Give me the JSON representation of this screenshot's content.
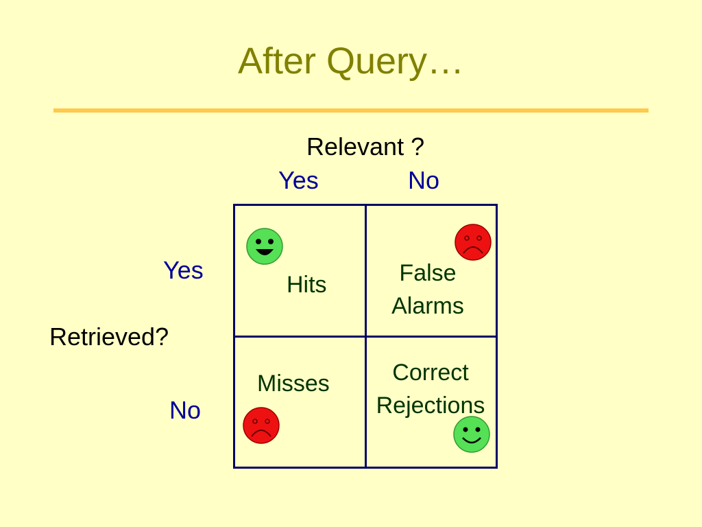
{
  "slide": {
    "title": "After Query…"
  },
  "diagram": {
    "column_header": "Relevant ?",
    "column_yes": "Yes",
    "column_no": "No",
    "row_header": "Retrieved?",
    "row_yes": "Yes",
    "row_no": "No",
    "cells": {
      "hits": "Hits",
      "false_alarms_line1": "False",
      "false_alarms_line2": "Alarms",
      "misses": "Misses",
      "correct_rejections_line1": "Correct",
      "correct_rejections_line2": "Rejections"
    },
    "icons": {
      "happy": "happy-face-icon",
      "sad": "sad-face-icon"
    },
    "colors": {
      "background": "#FFFFC6",
      "title": "#808000",
      "rule": "#FFC94D",
      "axis_labels": "#000099",
      "cell_text": "#003300",
      "grid": "#000066",
      "happy_face": "#55E055",
      "sad_face": "#EE1111"
    }
  }
}
